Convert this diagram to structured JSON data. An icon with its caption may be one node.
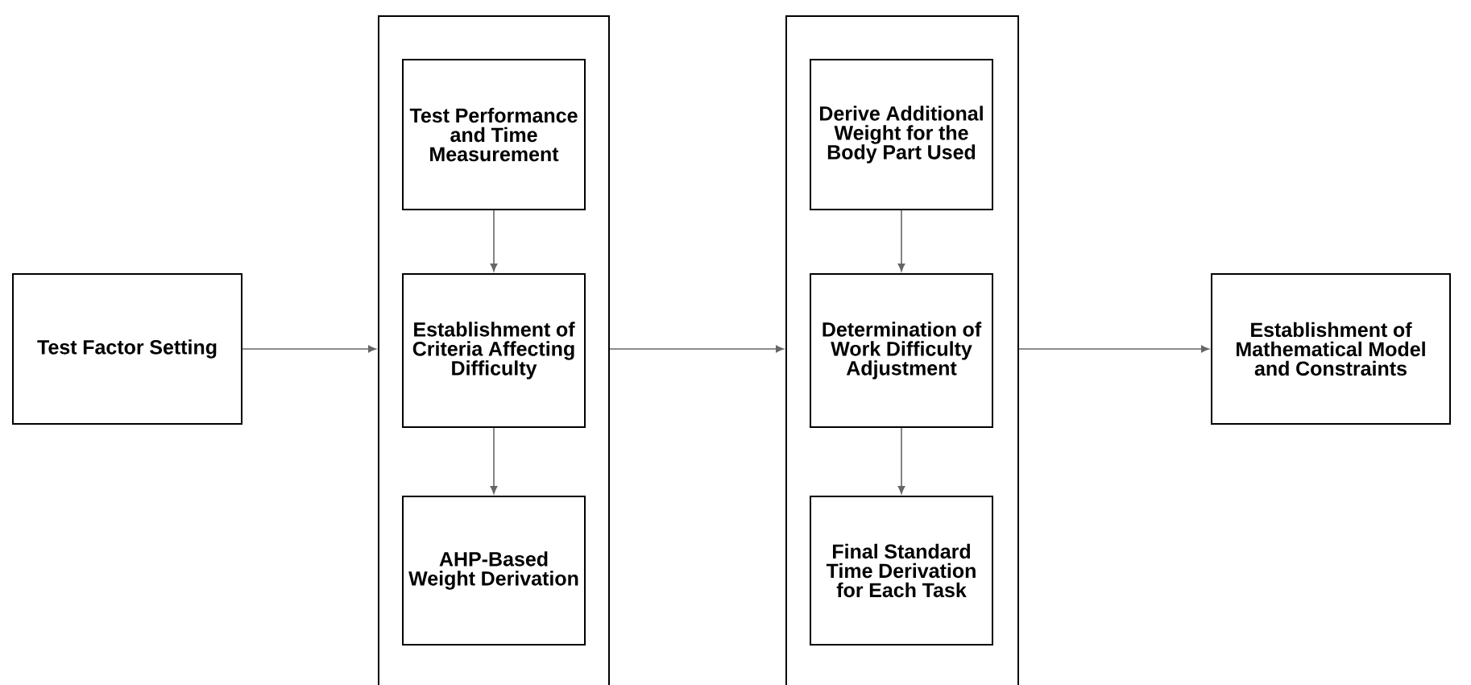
{
  "diagram": {
    "nodes": [
      {
        "text": [
          "Test Factor Setting"
        ]
      },
      {
        "text": [],
        "shape": "box"
      },
      {
        "text": [
          "Test Performance and Time Measurement"
        ],
        "in": 1
      },
      {
        "text": [
          "Establishment of Criteria Affecting Difficulty"
        ],
        "in": 1
      },
      {
        "text": [
          "AHP-Based Weight Derivation"
        ],
        "in": 1
      },
      {
        "text": [],
        "shape": "box"
      },
      {
        "text": [
          "Derive Additional Weight for the Body Part Used"
        ],
        "in": 5
      },
      {
        "text": [
          "Determination of Work Difficulty Adjustment"
        ],
        "in": 5
      },
      {
        "text": [
          "Final Standard Time Derivation for Each Task"
        ],
        "in": 5
      },
      {
        "text": [
          "Establishment of Mathematical Model and Constraints"
        ]
      }
    ],
    "edges": [
      {
        "from": 0,
        "to": 1,
        "arrow": "to"
      },
      {
        "from": 2,
        "to": 3,
        "arrow": "to"
      },
      {
        "from": 3,
        "to": 4,
        "arrow": "to"
      },
      {
        "from": 1,
        "to": 5,
        "arrow": "to"
      },
      {
        "from": 6,
        "to": 7,
        "arrow": "to"
      },
      {
        "from": 7,
        "to": 8,
        "arrow": "to"
      },
      {
        "from": 5,
        "to": 9,
        "arrow": "to"
      }
    ]
  }
}
